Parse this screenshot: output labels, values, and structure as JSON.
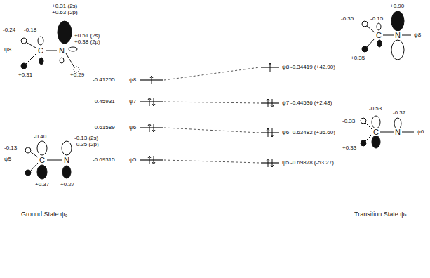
{
  "diagram": {
    "labels": [
      "+0.31 (2s)",
      "+0.63 (2p)",
      "-0.24",
      "-0.18",
      "+0.51 (2s)",
      "+0.38 (2p)",
      "ψ8",
      "C",
      "N",
      "+0.31",
      "+0.29",
      "+0.90",
      "-0.35",
      "-0.15",
      "C",
      "N",
      "ψ8",
      "+0.35",
      "-0.41255",
      "ψ8",
      "-0.45931",
      "ψ7",
      "-0.61589",
      "ψ6",
      "-0.69315",
      "ψ5",
      "ψ8",
      "-0.34419 (+42.90)",
      "ψ7",
      "-0.44536 (+2.48)",
      "ψ6",
      "-0.63482 (+36.60)",
      "ψ5",
      "-0.69878 (-53.27)",
      "-0.53",
      "-0.37",
      "-0.33",
      "C",
      "N",
      "ψ6",
      "+0.33",
      "-0.13",
      "-0.40",
      "-0.13 (2s)",
      "-0.35 (2p)",
      "ψ5",
      "C",
      "N",
      "+0.37",
      "+0.27",
      "Ground State ψ₀",
      "Transition State ψₛ"
    ]
  }
}
